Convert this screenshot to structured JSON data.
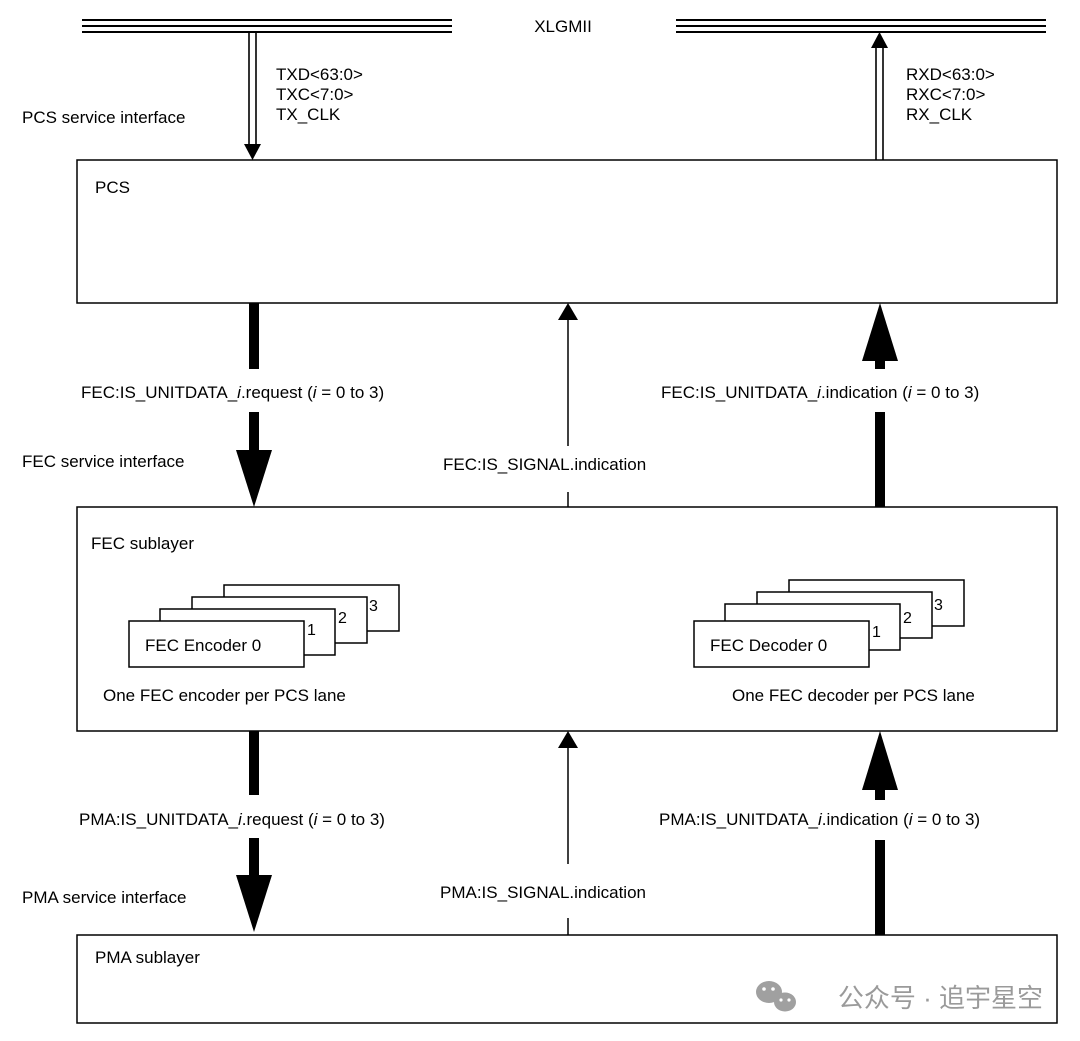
{
  "bus": {
    "name": "XLGMII"
  },
  "pcs": {
    "label": "PCS",
    "interface_label": "PCS service interface",
    "tx_signals": [
      "TXD<63:0>",
      "TXC<7:0>",
      "TX_CLK"
    ],
    "rx_signals": [
      "RXD<63:0>",
      "RXC<7:0>",
      "RX_CLK"
    ]
  },
  "fec_interface": {
    "label": "FEC service interface",
    "request": {
      "prefix": "FEC:IS_UNITDATA_",
      "i": "i",
      "middle": ".request (",
      "i2": "i",
      "suffix": " = 0 to 3)"
    },
    "indication": {
      "prefix": "FEC:IS_UNITDATA_",
      "i": "i",
      "middle": ".indication (",
      "i2": "i",
      "suffix": " = 0 to 3)"
    },
    "signal": "FEC:IS_SIGNAL.indication"
  },
  "fec": {
    "label": "FEC sublayer",
    "encoder": {
      "label": "FEC Encoder 0",
      "stack_numbers": [
        "1",
        "2",
        "3"
      ],
      "caption": "One FEC encoder per PCS lane"
    },
    "decoder": {
      "label": "FEC Decoder 0",
      "stack_numbers": [
        "1",
        "2",
        "3"
      ],
      "caption": "One FEC decoder per PCS lane"
    }
  },
  "pma_interface": {
    "label": "PMA service interface",
    "request": {
      "prefix": "PMA:IS_UNITDATA_",
      "i": "i",
      "middle": ".request (",
      "i2": "i",
      "suffix": " = 0 to 3)"
    },
    "indication": {
      "prefix": "PMA:IS_UNITDATA_",
      "i": "i",
      "middle": ".indication (",
      "i2": "i",
      "suffix": " = 0 to 3)"
    },
    "signal": "PMA:IS_SIGNAL.indication"
  },
  "pma": {
    "label": "PMA sublayer"
  },
  "watermark": {
    "text": "公众号 · 追宇星空",
    "icon": "wechat-icon"
  }
}
